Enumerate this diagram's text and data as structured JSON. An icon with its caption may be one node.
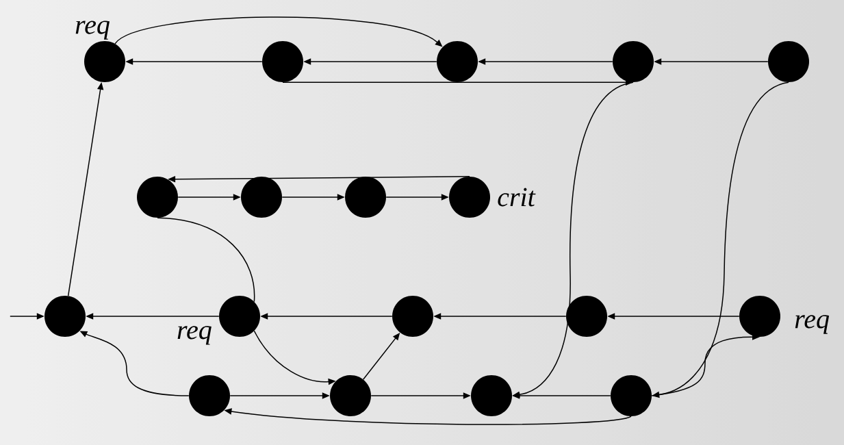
{
  "diagram": {
    "nodes": [
      {
        "text": [],
        "shape": "circle",
        "beside": [
          "req"
        ]
      },
      {
        "text": [],
        "shape": "circle"
      },
      {
        "text": [],
        "shape": "circle"
      },
      {
        "text": [],
        "shape": "circle"
      },
      {
        "text": [],
        "shape": "circle"
      },
      {
        "text": [],
        "shape": "circle"
      },
      {
        "text": [],
        "shape": "circle"
      },
      {
        "text": [],
        "shape": "circle"
      },
      {
        "text": [],
        "shape": "circle",
        "beside": [
          "crit"
        ]
      },
      {
        "text": [],
        "shape": "circle"
      },
      {
        "text": [],
        "shape": "circle",
        "beside": [
          "req"
        ]
      },
      {
        "text": [],
        "shape": "circle"
      },
      {
        "text": [],
        "shape": "circle"
      },
      {
        "text": [],
        "shape": "circle",
        "beside": [
          "req"
        ]
      },
      {
        "text": [],
        "shape": "circle"
      },
      {
        "text": [],
        "shape": "circle"
      },
      {
        "text": [],
        "shape": "circle"
      },
      {
        "text": [],
        "shape": "circle"
      }
    ],
    "edges": [
      {
        "from": 1,
        "to": 0,
        "arrow": "to"
      },
      {
        "from": 2,
        "to": 1,
        "arrow": "to"
      },
      {
        "from": 3,
        "to": 2,
        "arrow": "to"
      },
      {
        "from": 4,
        "to": 3,
        "arrow": "to"
      },
      {
        "from": 0,
        "to": 2,
        "arrow": "to"
      },
      {
        "from": 1,
        "to": 3,
        "arrow": "to"
      },
      {
        "from": 3,
        "to": 16,
        "arrow": "to"
      },
      {
        "from": 4,
        "to": 17,
        "arrow": "to"
      },
      {
        "from": 5,
        "to": 6,
        "arrow": "to"
      },
      {
        "from": 6,
        "to": 7,
        "arrow": "to"
      },
      {
        "from": 7,
        "to": 8,
        "arrow": "to"
      },
      {
        "from": 8,
        "to": 5,
        "arrow": "to"
      },
      {
        "from": 5,
        "to": 10,
        "arrow": "none"
      },
      {
        "from": null,
        "to": 9,
        "arrow": "to"
      },
      {
        "from": 9,
        "to": 0,
        "arrow": "to"
      },
      {
        "from": 10,
        "to": 9,
        "arrow": "to"
      },
      {
        "from": 11,
        "to": 10,
        "arrow": "to"
      },
      {
        "from": 12,
        "to": 11,
        "arrow": "to"
      },
      {
        "from": 13,
        "to": 12,
        "arrow": "to"
      },
      {
        "from": 14,
        "to": 9,
        "arrow": "to"
      },
      {
        "from": 14,
        "to": 15,
        "arrow": "to"
      },
      {
        "from": 15,
        "to": 11,
        "arrow": "to"
      },
      {
        "from": 15,
        "to": 16,
        "arrow": "to"
      },
      {
        "from": 17,
        "to": 16,
        "arrow": "to"
      },
      {
        "from": 17,
        "to": 14,
        "arrow": "to"
      },
      {
        "from": 17,
        "to": 13,
        "arrow": "to"
      },
      {
        "from": 10,
        "to": 15,
        "arrow": "to"
      }
    ]
  }
}
